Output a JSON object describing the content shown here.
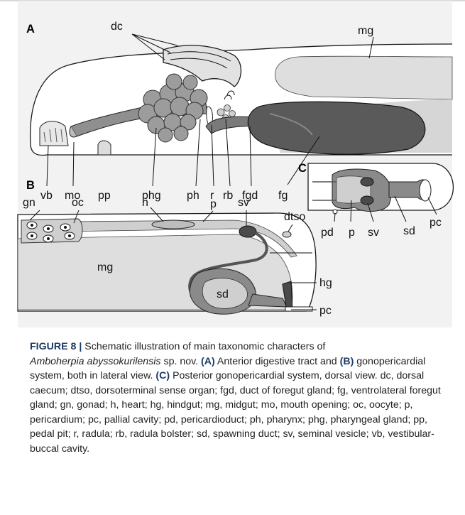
{
  "panels": {
    "a": "A",
    "b": "B",
    "c": "C"
  },
  "labels_a": {
    "dc": "dc",
    "mg": "mg",
    "vb": "vb",
    "mo": "mo",
    "pp": "pp",
    "phg": "phg",
    "ph": "ph",
    "r": "r",
    "rb": "rb",
    "fgd": "fgd",
    "fg": "fg"
  },
  "labels_b": {
    "gn": "gn",
    "oc": "oc",
    "h": "h",
    "p": "p",
    "sv": "sv",
    "dtso": "dtso",
    "mg": "mg",
    "sd": "sd",
    "hg": "hg",
    "pc": "pc"
  },
  "labels_c": {
    "pd": "pd",
    "p": "p",
    "sv": "sv",
    "sd": "sd",
    "pc": "pc"
  },
  "caption": {
    "figure_label": "FIGURE 8 |",
    "line1_rest": " Schematic illustration of main taxonomic characters of",
    "species": "Amboherpia abyssokurilensis",
    "species_rest": " sp. nov. ",
    "a_tag": "(A)",
    "a_text": " Anterior digestive tract and ",
    "b_tag": "(B)",
    "b_text": " gonopericardial system, both in lateral view. ",
    "c_tag": "(C)",
    "c_text": " Posterior gonopericardial system, dorsal view. dc, dorsal caecum; dtso, dorsoterminal sense organ; fgd, duct of foregut gland; fg, ventrolateral foregut gland; gn, gonad; h, heart; hg, hindgut; mg, midgut; mo, mouth opening; oc, oocyte; p, pericardium; pc, pallial cavity; pd, pericardioduct; ph, pharynx; phg, pharyngeal gland; pp, pedal pit; r, radula; rb, radula bolster; sd, spawning duct; sv, seminal vesicle; vb, vestibular-buccal cavity."
  },
  "colors": {
    "panel_bg": "#f2f2f2",
    "body_fill": "#ededed",
    "organ_fill": "#cfcfcf",
    "gland_fill": "#9a9a9a",
    "foregut_gland": "#5a5a5a",
    "caption_accent": "#1b3a66"
  }
}
